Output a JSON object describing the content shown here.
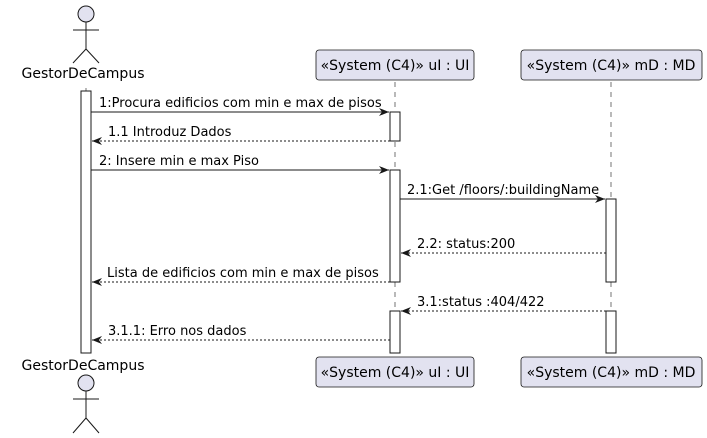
{
  "participants": {
    "actor": {
      "label": "GestorDeCampus"
    },
    "ui": {
      "label": "«System (C4)» uI : UI"
    },
    "md": {
      "label": "«System (C4)» mD : MD"
    }
  },
  "messages": [
    {
      "id": "m1",
      "text": "1:Procura edificios com min e max de pisos",
      "kind": "sync"
    },
    {
      "id": "m2",
      "text": "1.1 Introduz Dados",
      "kind": "reply"
    },
    {
      "id": "m3",
      "text": "2: Insere min e max Piso",
      "kind": "sync"
    },
    {
      "id": "m4",
      "text": "2.1:Get /floors/:buildingName",
      "kind": "sync"
    },
    {
      "id": "m5",
      "text": "2.2: status:200",
      "kind": "reply"
    },
    {
      "id": "m6",
      "text": "Lista de edificios com min e max de pisos",
      "kind": "reply"
    },
    {
      "id": "m7",
      "text": "3.1:status :404/422",
      "kind": "reply"
    },
    {
      "id": "m8",
      "text": "3.1.1: Erro nos dados",
      "kind": "reply"
    }
  ],
  "colors": {
    "participant_fill": "#E2E2F0",
    "participant_border": "#181818",
    "lifeline": "#181818",
    "activation_fill": "#FFFFFF",
    "background": "#FFFFFF"
  }
}
